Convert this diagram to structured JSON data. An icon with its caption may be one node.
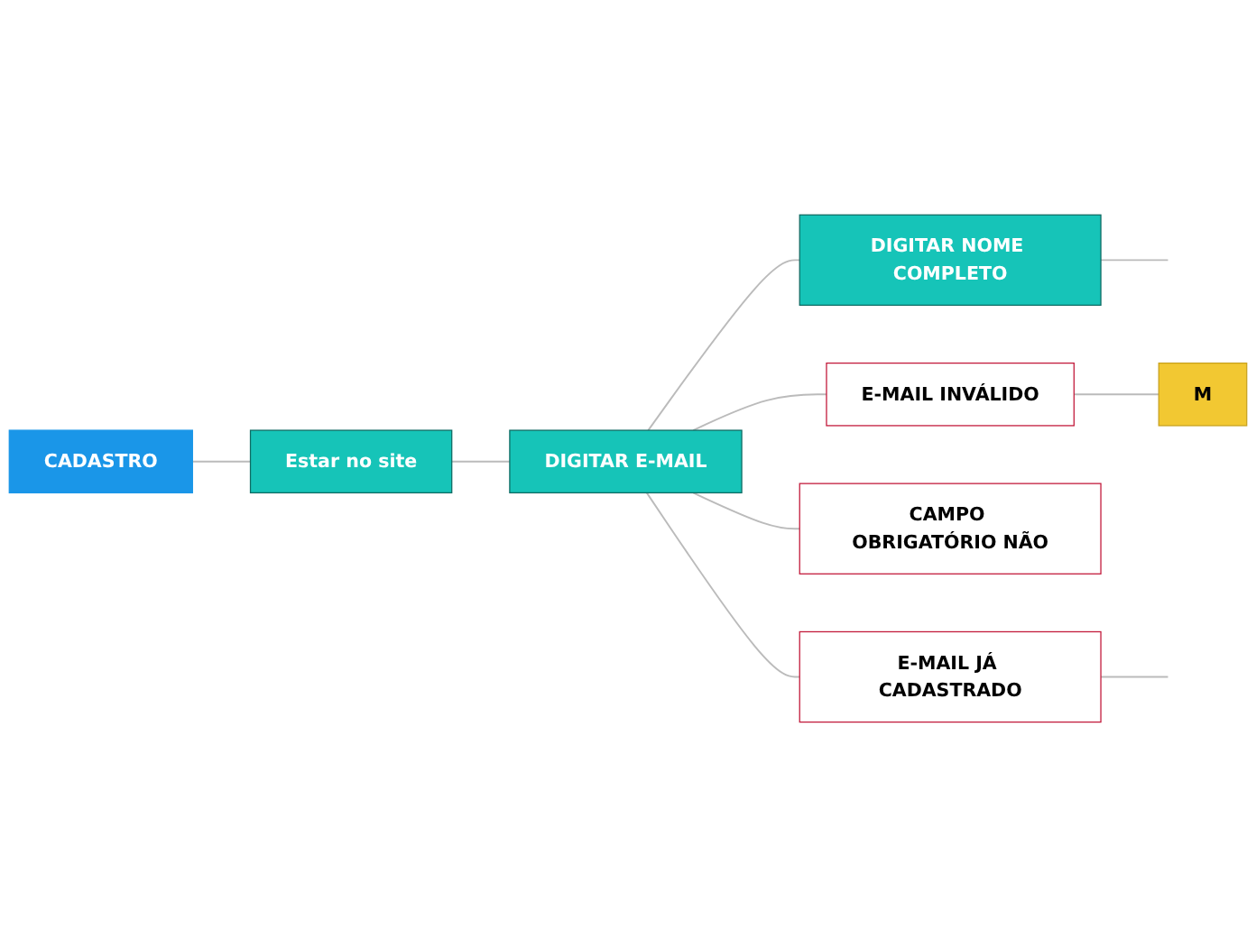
{
  "diagram": {
    "nodes": [
      {
        "text": [
          "CADASTRO"
        ]
      },
      {
        "text": [
          "Estar no site"
        ]
      },
      {
        "text": [
          "DIGITAR E-MAIL"
        ]
      },
      {
        "text": [
          "DIGITAR NOME COMPLETO"
        ]
      },
      {
        "text": [
          "E-MAIL INVÁLIDO"
        ]
      },
      {
        "text": [
          "M"
        ]
      },
      {
        "text": [
          "CAMPO OBRIGATÓRIO NÃO"
        ]
      },
      {
        "text": [
          "E-MAIL JÁ CADASTRADO"
        ]
      }
    ],
    "edges": [
      {
        "from": 0,
        "to": 1,
        "arrow": "none"
      },
      {
        "from": 1,
        "to": 2,
        "arrow": "none"
      },
      {
        "from": 2,
        "to": 3,
        "arrow": "none"
      },
      {
        "from": 2,
        "to": 4,
        "arrow": "none"
      },
      {
        "from": 2,
        "to": 6,
        "arrow": "none"
      },
      {
        "from": 2,
        "to": 7,
        "arrow": "none"
      },
      {
        "from": 4,
        "to": 5,
        "arrow": "none"
      },
      {
        "from": 3,
        "to": null,
        "arrow": "none"
      },
      {
        "from": 7,
        "to": null,
        "arrow": "none"
      }
    ]
  }
}
